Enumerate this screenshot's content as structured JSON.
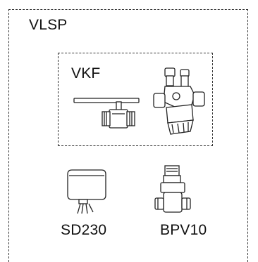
{
  "group": {
    "label": "VLSP"
  },
  "subgroup": {
    "label": "VKF"
  },
  "components": [
    {
      "label": "SD230",
      "icon": "actuator-icon"
    },
    {
      "label": "BPV10",
      "icon": "bypass-valve-icon"
    }
  ],
  "subgroup_components": [
    {
      "icon": "ball-valve-icon"
    },
    {
      "icon": "balancing-valve-icon"
    }
  ],
  "colors": {
    "line": "#333333",
    "text": "#111111",
    "background": "#ffffff"
  }
}
